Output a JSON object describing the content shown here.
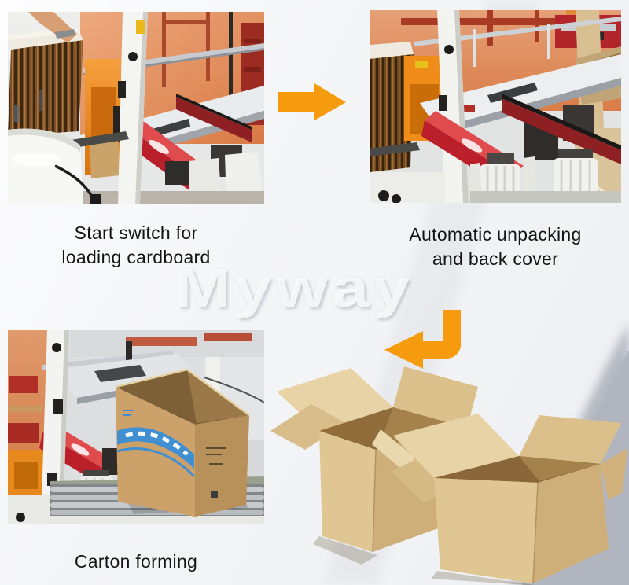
{
  "meta": {
    "kind": "machine-process-collage"
  },
  "watermark": {
    "text": "Myway"
  },
  "colors": {
    "accent_orange": "#F59B0D",
    "machine_red": "#C0222C",
    "carton_tan": "#D6BA85",
    "background_gray": "#B4B9C2"
  },
  "captions": {
    "step1": {
      "line1": "Start switch for",
      "line2": "loading cardboard"
    },
    "step2": {
      "line1": "Automatic unpacking",
      "line2": "and back cover"
    },
    "step3": {
      "line1": "Carton forming"
    }
  },
  "icons": {
    "flow_right": "right-arrow-icon",
    "flow_elbow": "elbow-left-arrow-icon"
  }
}
